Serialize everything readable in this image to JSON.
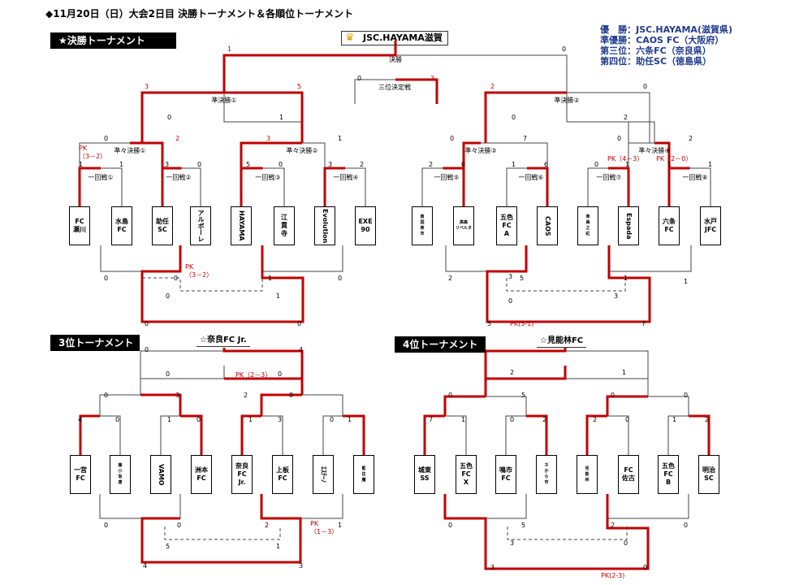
{
  "title": "◆11月20日（日）大会2日目 決勝トーナメント＆各順位トーナメント",
  "sections": {
    "final": "★決勝トーナメント",
    "third": "3位トーナメント",
    "fourth": "4位トーナメント"
  },
  "champion": "JSC.HAYAMA滋賀",
  "third_winner": "☆奈良FC Jr.",
  "fourth_winner": "☆見能林FC",
  "results": [
    "優　勝：JSC.HAYAMA(滋賀県)",
    "準優勝：CAOS FC（大阪府）",
    "第三位：六条FC（奈良県）",
    "第四位：助任SC（徳島県）"
  ],
  "rounds": {
    "final": "決勝",
    "third_place": "三位決定戦",
    "sf1": "準決勝①",
    "sf2": "準決勝②",
    "qf1": "準々決勝①",
    "qf2": "準々決勝②",
    "qf3": "準々決勝③",
    "qf4": "準々決勝④",
    "r1_1": "一回戦①",
    "r1_2": "一回戦②",
    "r1_3": "一回戦③",
    "r1_4": "一回戦④",
    "r1_5": "一回戦⑤",
    "r1_6": "一回戦⑥",
    "r1_7": "一回戦⑦",
    "r1_8": "一回戦⑧"
  },
  "teams_main": [
    "FC\n瀬川",
    "水島\nFC",
    "助任\nSC",
    "アルボーレ",
    "HAYAMA",
    "江\n貫\n寺",
    "Evolution",
    "EXE\n90",
    "南\n国\n東\n市",
    "高森\nリベルタ",
    "五色\nFC\nA",
    "CAOS",
    "東\n員\n之\n紅",
    "Espada",
    "六条\nFC",
    "水戸\nJFC"
  ],
  "teams_third": [
    "一宮\nFC",
    "藤\n小\n坂\n唐",
    "VAMO",
    "洲本\nFC",
    "奈良\nFC\nJr.",
    "上板\nFC",
    "ｴｽﾃｰﾉ",
    "藍\n住\n魔"
  ],
  "teams_fourth": [
    "城東\nSS",
    "五色\nFC\nX",
    "鳴市\nFC",
    "ネ\nか\nら\n市",
    "見\n能\n林",
    "FC\n佐古",
    "五色\nFC\nB",
    "明治\nSC"
  ],
  "scores": {
    "final": [
      "1",
      "0"
    ],
    "third_place": [
      "0",
      "3"
    ],
    "sf1": [
      "3",
      "5"
    ],
    "sf2": [
      "2",
      "0"
    ],
    "qf1": [
      "0",
      "2"
    ],
    "qf2": [
      "3",
      "1"
    ],
    "qf3": [
      "0",
      "7"
    ],
    "qf4": [
      "0",
      "2"
    ],
    "sf1_lower": [
      "0",
      "1"
    ],
    "sf2_lower": [
      "0",
      "2"
    ],
    "r1": [
      "1",
      "1",
      "3",
      "0",
      "5",
      "0",
      "3",
      "2",
      "2",
      "0",
      "1",
      "6",
      "0",
      "1",
      "1",
      "1"
    ],
    "r1_labels": [
      "PK\n（3－2）",
      "PK（4－3）",
      "PK（2－0）"
    ],
    "lower_main": [
      "0",
      "0",
      "1",
      "0",
      "2",
      "5",
      "0",
      "1",
      "1",
      "0",
      "1",
      "0",
      "0",
      "5",
      "7",
      "3",
      "3"
    ],
    "pk_lower": [
      "PK\n（3－2）",
      "PK(3-1)"
    ],
    "third": [
      "0",
      "4",
      "0",
      "0",
      "0",
      "3",
      "1",
      "0",
      "4",
      "0",
      "1",
      "3",
      "2",
      "0",
      "0",
      "1",
      "0",
      "0",
      "2",
      "1",
      "5",
      "1",
      "4",
      "3"
    ],
    "third_pk": [
      "PK（2－3）",
      "PK\n（1－3）"
    ],
    "fourth": [
      "2",
      "1",
      "0",
      "5",
      "0",
      "0",
      "7",
      "1",
      "0",
      "2",
      "2",
      "0",
      "1",
      "2",
      "0",
      "5",
      "3",
      "2",
      "0",
      "3",
      "0",
      "0"
    ],
    "fourth_pk": "PK(2-3)"
  }
}
